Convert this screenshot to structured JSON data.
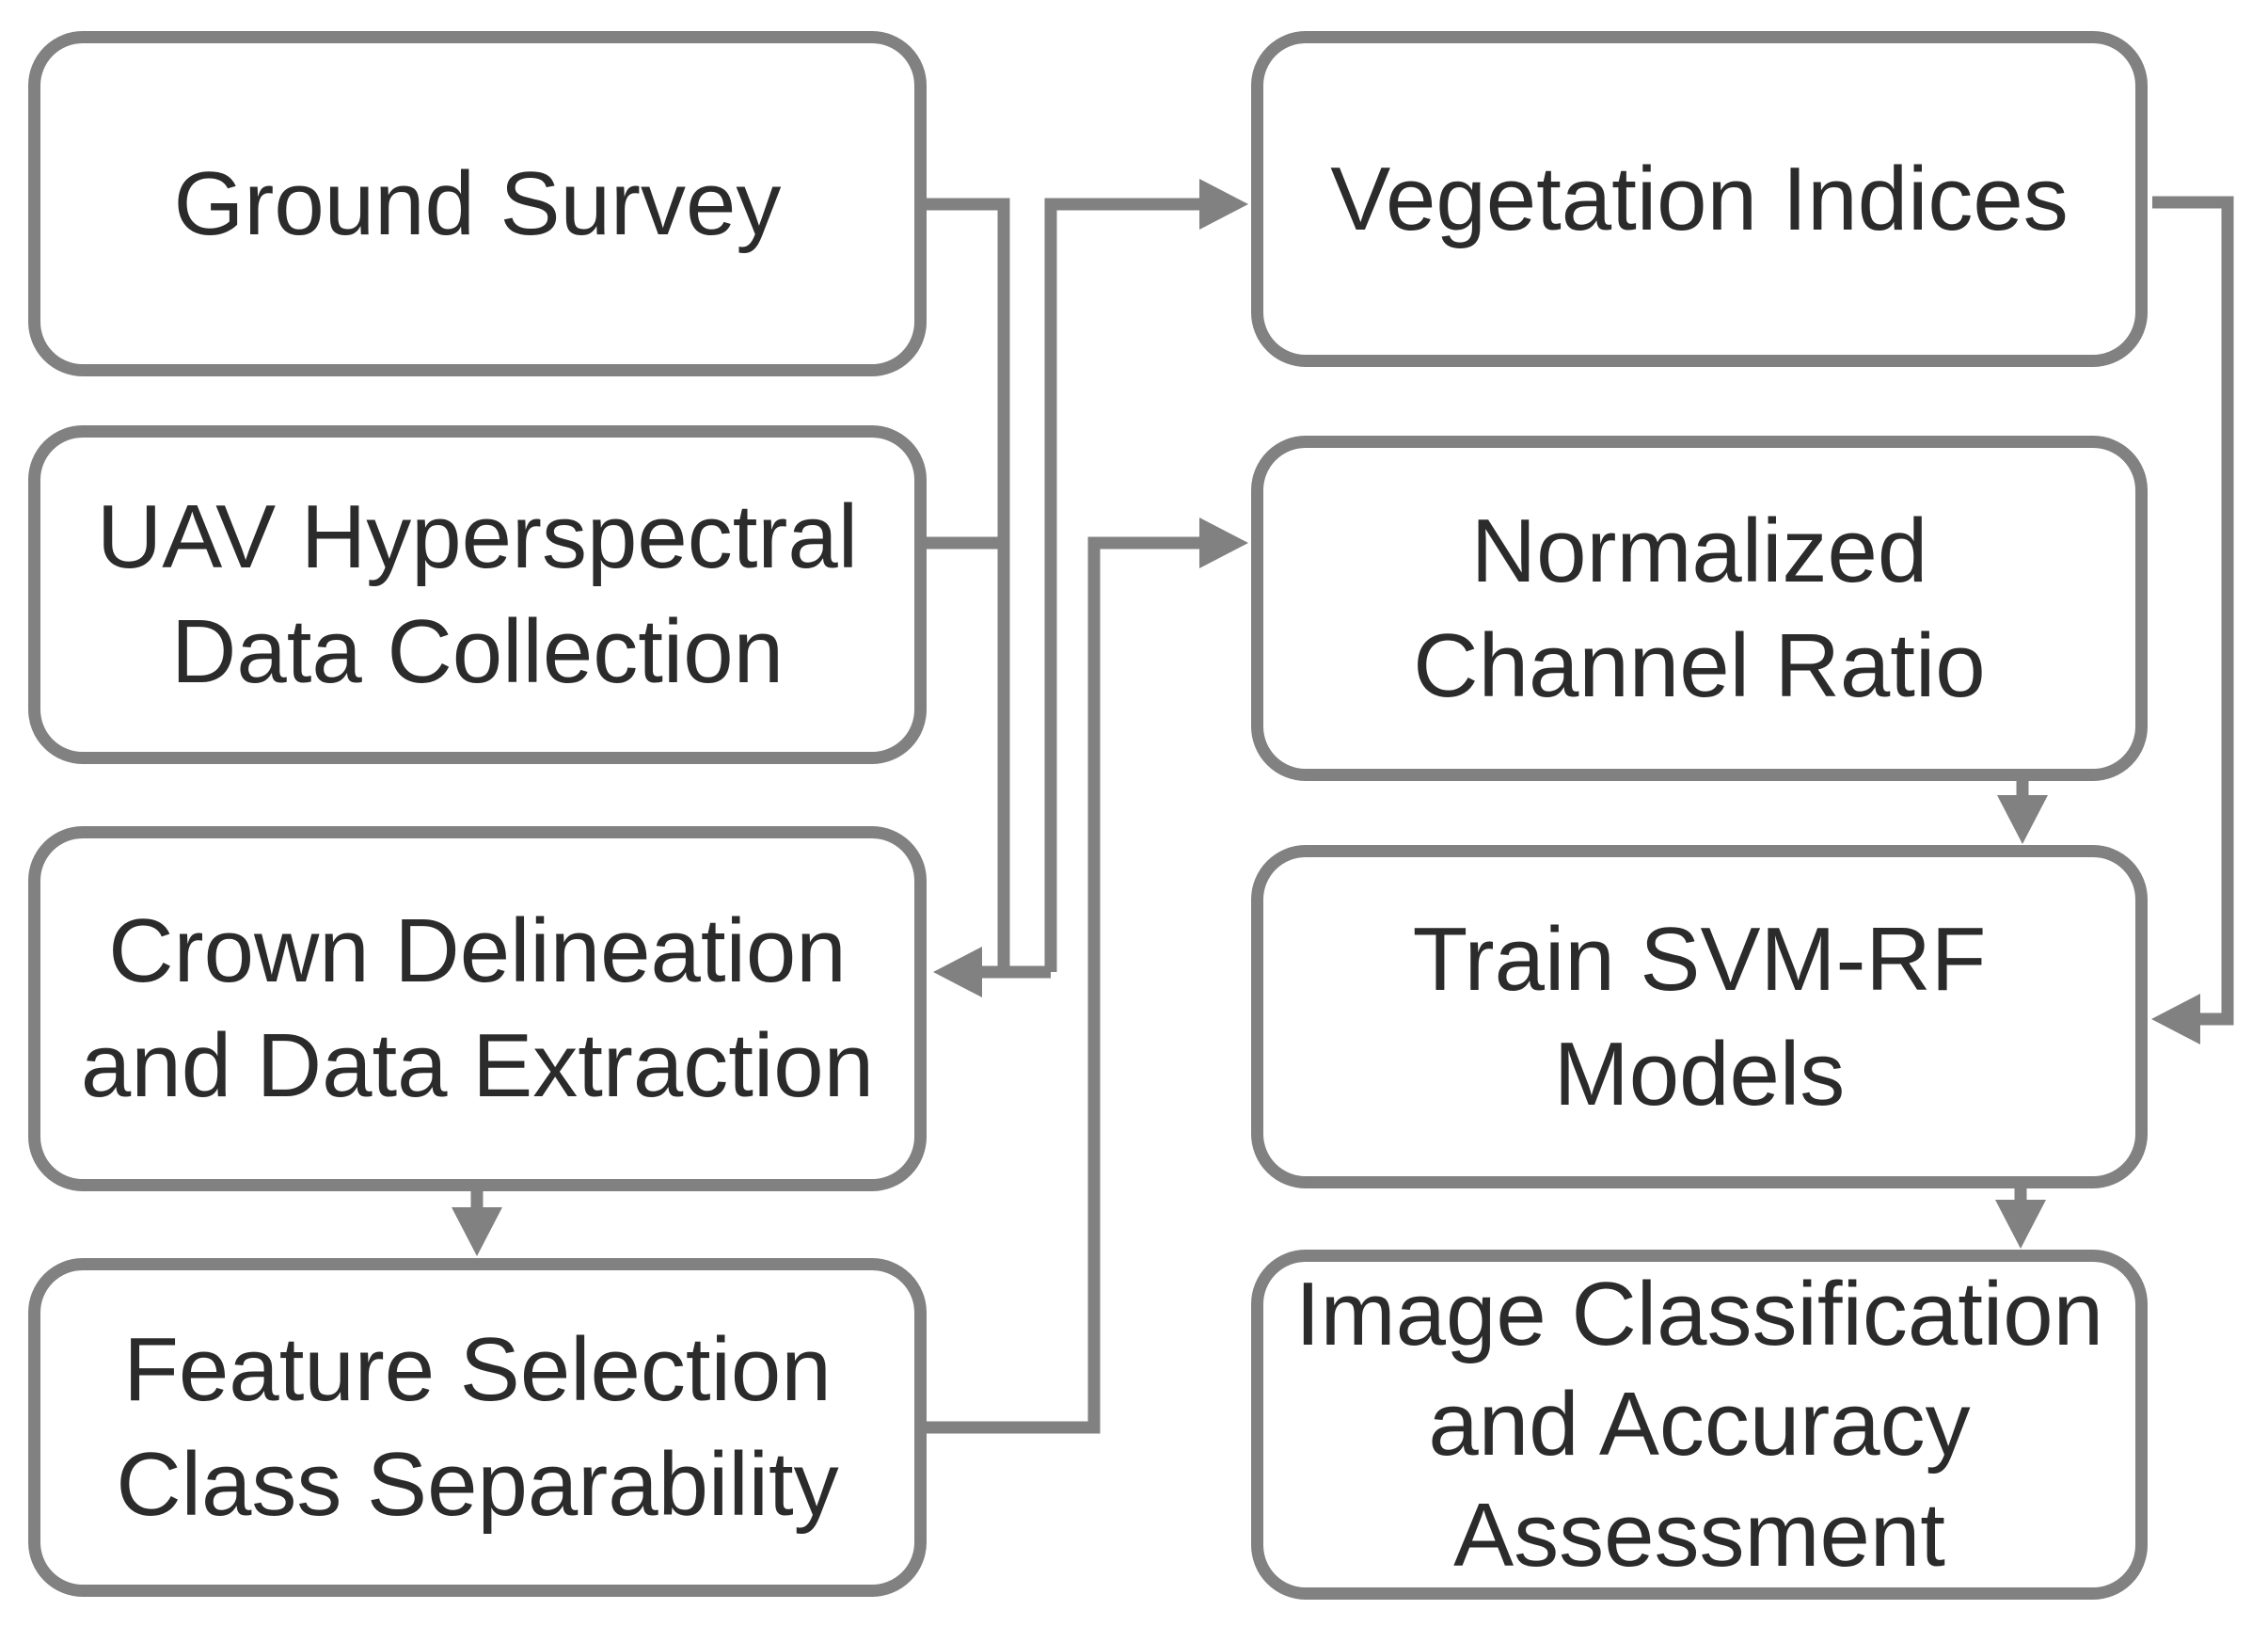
{
  "diagram": {
    "title": "UAV hyperspectral classification workflow flowchart",
    "colors": {
      "background": "#ffffff",
      "box_fill": "#ffffff",
      "box_border": "#818181",
      "connector": "#818181",
      "text": "#2b2b2b"
    },
    "nodes": [
      {
        "id": "ground-survey",
        "label": "Ground Survey"
      },
      {
        "id": "uav-hyperspectral-data-collection",
        "label": "UAV Hyperspectral\nData Collection"
      },
      {
        "id": "crown-delineation-and-data-extraction",
        "label": "Crown Delineation\nand Data Extraction"
      },
      {
        "id": "feature-selection-class-separability",
        "label": "Feature Selection\nClass Separability"
      },
      {
        "id": "vegetation-indices",
        "label": "Vegetation Indices"
      },
      {
        "id": "normalized-channel-ratio",
        "label": "Normalized\nChannel Ratio"
      },
      {
        "id": "train-svm-rf-models",
        "label": "Train SVM-RF\nModels"
      },
      {
        "id": "image-classification-and-accuracy-assessment",
        "label": "Image Classification\nand Accuracy\nAssessment"
      }
    ],
    "edges": [
      {
        "from": "ground-survey + uav-hyperspectral-data-collection",
        "to": "crown-delineation-and-data-extraction"
      },
      {
        "from": "ground-survey + uav-hyperspectral-data-collection",
        "to": "vegetation-indices"
      },
      {
        "from": "crown-delineation-and-data-extraction",
        "to": "feature-selection-class-separability"
      },
      {
        "from": "feature-selection-class-separability",
        "to": "normalized-channel-ratio"
      },
      {
        "from": "vegetation-indices",
        "to": "train-svm-rf-models"
      },
      {
        "from": "normalized-channel-ratio",
        "to": "train-svm-rf-models"
      },
      {
        "from": "train-svm-rf-models",
        "to": "image-classification-and-accuracy-assessment"
      }
    ]
  }
}
